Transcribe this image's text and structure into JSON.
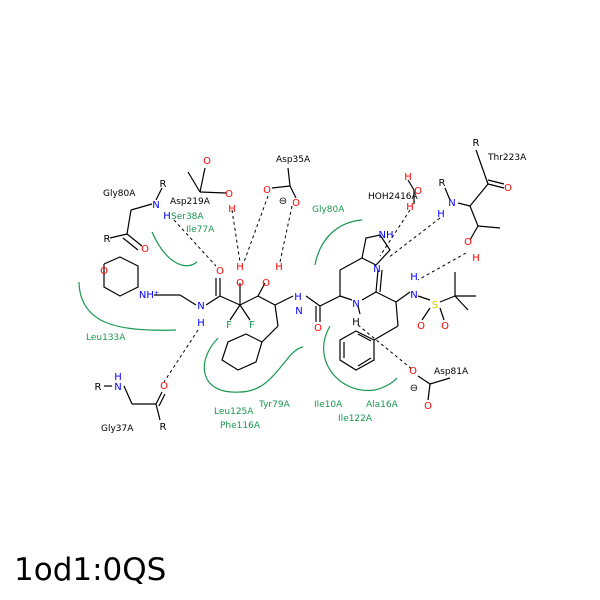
{
  "caption": "1od1:0QS",
  "colors": {
    "carbon": "#000000",
    "nitrogen": "#0000ff",
    "oxygen": "#ff0000",
    "sulfur": "#cccc00",
    "hydrophobic": "#1a9850",
    "residue_hbond": "#000000"
  },
  "residues": {
    "thr223a": "Thr223A",
    "asp35a": "Asp35A",
    "gly80a_top": "Gly80A",
    "asp219a": "Asp219A",
    "hoh2416a": "HOH2416A",
    "gly80a_left": "Gly80A",
    "ser38a": "Ser38A",
    "ile77a": "Ile77A",
    "leu133a": "Leu133A",
    "asp81a": "Asp81A",
    "gly37a": "Gly37A",
    "leu125a": "Leu125A",
    "phe116a": "Phe116A",
    "tyr79a": "Tyr79A",
    "ile10a": "Ile10A",
    "ala16a": "Ala16A",
    "ile122a": "Ile122A"
  },
  "atoms": {
    "r_thr": "R",
    "n_thr": "N",
    "h_thr_n": "H",
    "o_thr": "O",
    "o_thr_oh": "O",
    "h_thr_oh": "H",
    "o_asp35_1": "O",
    "o_asp35_2": "O",
    "minus_asp35": "⊖",
    "o_asp219_1": "O",
    "o_asp219_2": "O",
    "h_asp219": "H",
    "o_hoh": "O",
    "h_hoh1": "H",
    "h_hoh2": "H",
    "r_gly80": "R",
    "n_gly80": "N",
    "h_gly80": "H",
    "r_gly80_2": "R",
    "o_gly80": "O",
    "o_morph": "O",
    "n_morph": "NH⁺",
    "o_lig1": "O",
    "o_lig2": "O",
    "h_lig1": "H",
    "h_lig2": "H",
    "n_amide1": "N",
    "h_amide1": "H",
    "o_amide1": "O",
    "f1": "F",
    "f2": "F",
    "n_amide2": "N",
    "h_amide2": "H",
    "o_amide2": "O",
    "n_his": "N",
    "nh_his": "NH",
    "n_core": "N",
    "h_core": "H",
    "n_sulf": "N",
    "h_sulf": "H",
    "s_sulf": "S",
    "o_s1": "O",
    "o_s2": "O",
    "o_asp81": "O",
    "o_asp81_2": "O",
    "minus_asp81": "⊖",
    "r_gly37": "R",
    "n_gly37": "N",
    "h_gly37": "H",
    "o_gly37": "O",
    "r_gly37_2": "R"
  }
}
